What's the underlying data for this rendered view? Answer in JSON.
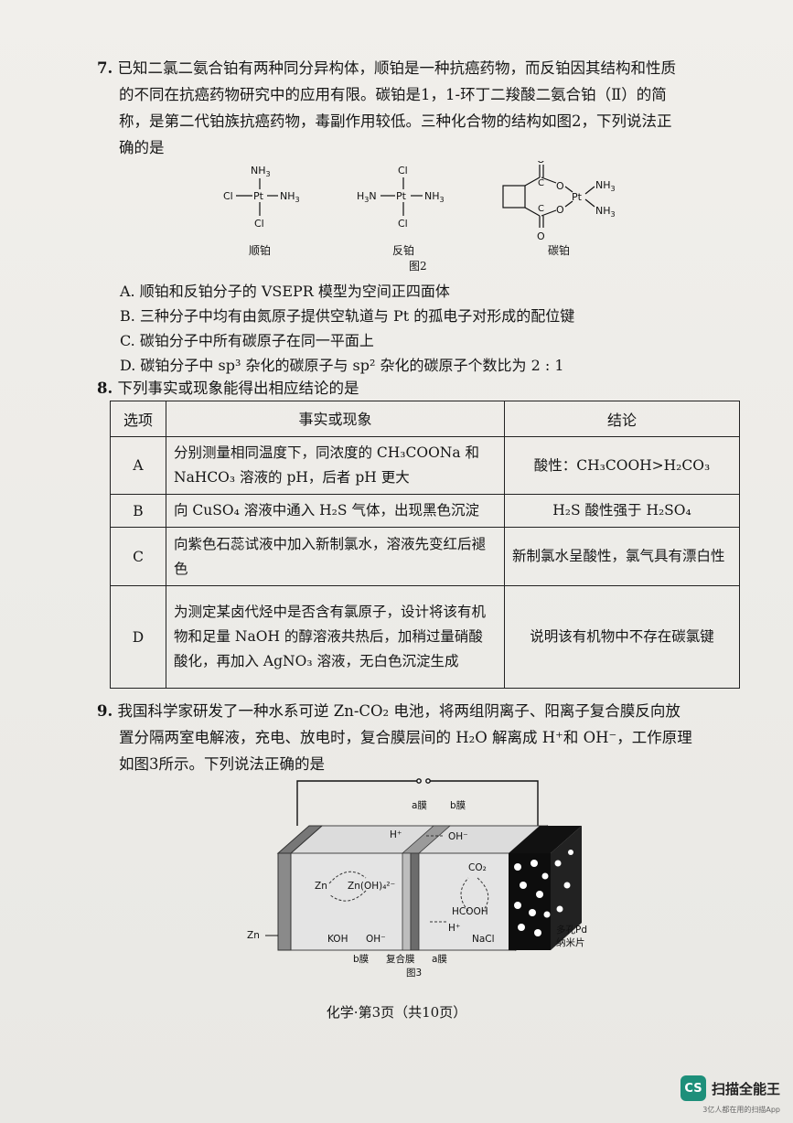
{
  "q7": {
    "number": "7.",
    "line1": "已知二氯二氨合铂有两种同分异构体，顺铂是一种抗癌药物，而反铂因其结构和性质",
    "line2": "的不同在抗癌药物研究中的应用有限。碳铂是1，1-环丁二羧酸二氨合铂（Ⅱ）的简",
    "line3": "称，是第二代铂族抗癌药物，毒副作用较低。三种化合物的结构如图2，下列说法正",
    "line4": "确的是",
    "cisplatin_label": "顺铂",
    "transplatin_label": "反铂",
    "carboplatin_label": "碳铂",
    "figure_caption": "图2",
    "opt_a": "A. 顺铂和反铂分子的 VSEPR 模型为空间正四面体",
    "opt_b": "B. 三种分子中均有由氮原子提供空轨道与 Pt 的孤电子对形成的配位键",
    "opt_c": "C. 碳铂分子中所有碳原子在同一平面上",
    "opt_d": "D. 碳铂分子中 sp³ 杂化的碳原子与 sp² 杂化的碳原子个数比为 2 : 1"
  },
  "q8": {
    "number": "8.",
    "stem": "下列事实或现象能得出相应结论的是",
    "headers": [
      "选项",
      "事实或现象",
      "结论"
    ],
    "rows": [
      {
        "opt": "A",
        "fact": "分别测量相同温度下，同浓度的 CH₃COONa 和 NaHCO₃ 溶液的 pH，后者 pH 更大",
        "conclusion": "酸性：CH₃COOH>H₂CO₃"
      },
      {
        "opt": "B",
        "fact": "向 CuSO₄ 溶液中通入 H₂S 气体，出现黑色沉淀",
        "conclusion": "H₂S 酸性强于 H₂SO₄"
      },
      {
        "opt": "C",
        "fact": "向紫色石蕊试液中加入新制氯水，溶液先变红后褪色",
        "conclusion": "新制氯水呈酸性，氯气具有漂白性"
      },
      {
        "opt": "D",
        "fact": "为测定某卤代烃中是否含有氯原子，设计将该有机物和足量 NaOH 的醇溶液共热后，加稍过量硝酸酸化，再加入 AgNO₃ 溶液，无白色沉淀生成",
        "conclusion": "说明该有机物中不存在碳氯键"
      }
    ]
  },
  "q9": {
    "number": "9.",
    "line1": "我国科学家研发了一种水系可逆 Zn-CO₂ 电池，将两组阴离子、阳离子复合膜反向放",
    "line2": "置分隔两室电解液，充电、放电时，复合膜层间的 H₂O 解离成 H⁺和 OH⁻，工作原理",
    "line3": "如图3所示。下列说法正确的是",
    "diagram": {
      "a_membrane_top": "a膜",
      "b_membrane_top": "b膜",
      "h_plus_top": "H⁺",
      "oh_minus_top": "OH⁻",
      "zn": "Zn",
      "zincate": "Zn(OH)₄²⁻",
      "co2": "CO₂",
      "hcooh": "HCOOH",
      "koh": "KOH",
      "oh_minus_bottom": "OH⁻",
      "h_plus_bottom": "H⁺",
      "nacl": "NaCl",
      "zn_electrode": "Zn",
      "pd_label_1": "多孔Pd",
      "pd_label_2": "纳米片",
      "b_membrane_bottom": "b膜",
      "composite_membrane": "复合膜",
      "a_membrane_bottom": "a膜",
      "caption": "图3"
    }
  },
  "footer": "化学·第3页（共10页）",
  "badge": {
    "logo": "CS",
    "name": "扫描全能王",
    "sub": "3亿人都在用的扫描App"
  }
}
